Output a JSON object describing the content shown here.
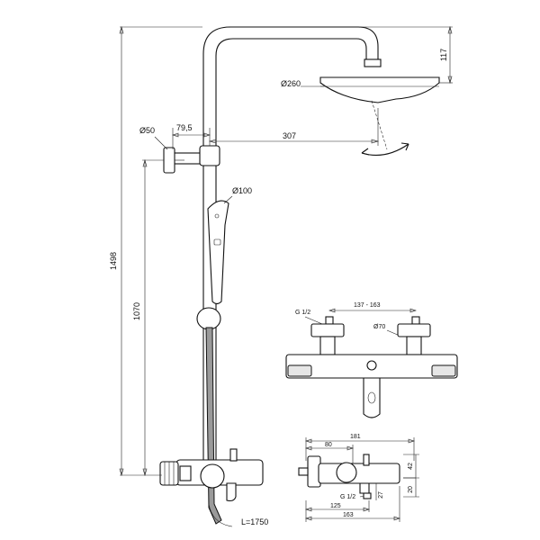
{
  "dimensions": {
    "overall_height": "1498",
    "bracket_height": "1070",
    "head_drop": "117",
    "head_diameter": "Ø260",
    "head_reach": "307",
    "wall_offset": "79,5",
    "flange_diameter": "Ø50",
    "hand_shower_diameter": "Ø100",
    "hose_length": "L=1750"
  },
  "front_view": {
    "inlet_thread": "G 1/2",
    "center_distance": "137 - 163",
    "escutcheon_diameter": "Ø70"
  },
  "side_view": {
    "total_depth": "181",
    "depth_80": "80",
    "height_42": "42",
    "height_20": "20",
    "height_27": "27",
    "outlet_thread": "G 1/2",
    "depth_125": "125",
    "depth_163": "163"
  }
}
